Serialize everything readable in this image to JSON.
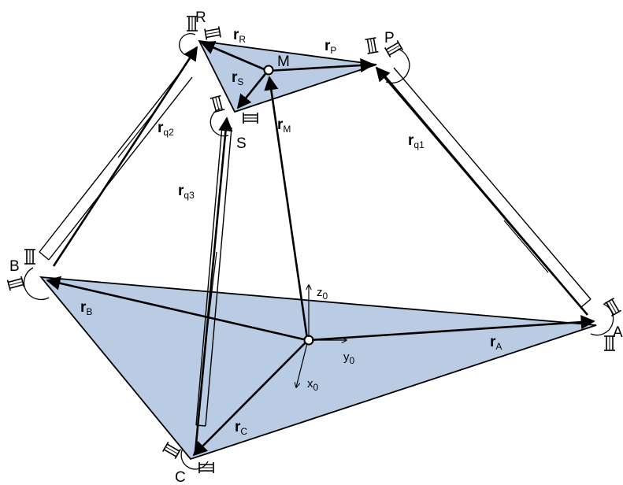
{
  "colors": {
    "triangle_fill": "#b9cce4",
    "stroke": "#000000",
    "background": "#ffffff"
  },
  "points": {
    "R": "R",
    "P": "P",
    "M": "M",
    "S": "S",
    "B": "B",
    "A": "A",
    "C": "C"
  },
  "vectors": {
    "rR": {
      "main": "r",
      "sub": "R"
    },
    "rP": {
      "main": "r",
      "sub": "P"
    },
    "rS": {
      "main": "r",
      "sub": "S"
    },
    "rM": {
      "main": "r",
      "sub": "M"
    },
    "rq1": {
      "main": "r",
      "sub": "q1"
    },
    "rq2": {
      "main": "r",
      "sub": "q2"
    },
    "rq3": {
      "main": "r",
      "sub": "q3"
    },
    "rA": {
      "main": "r",
      "sub": "A"
    },
    "rB": {
      "main": "r",
      "sub": "B"
    },
    "rC": {
      "main": "r",
      "sub": "C"
    }
  },
  "axes": {
    "z": {
      "main": "z",
      "sub": "0"
    },
    "y": {
      "main": "y",
      "sub": "0"
    },
    "x": {
      "main": "x",
      "sub": "0"
    }
  },
  "icons": [
    "joint-symbol-icon",
    "pivot-circle-icon"
  ]
}
